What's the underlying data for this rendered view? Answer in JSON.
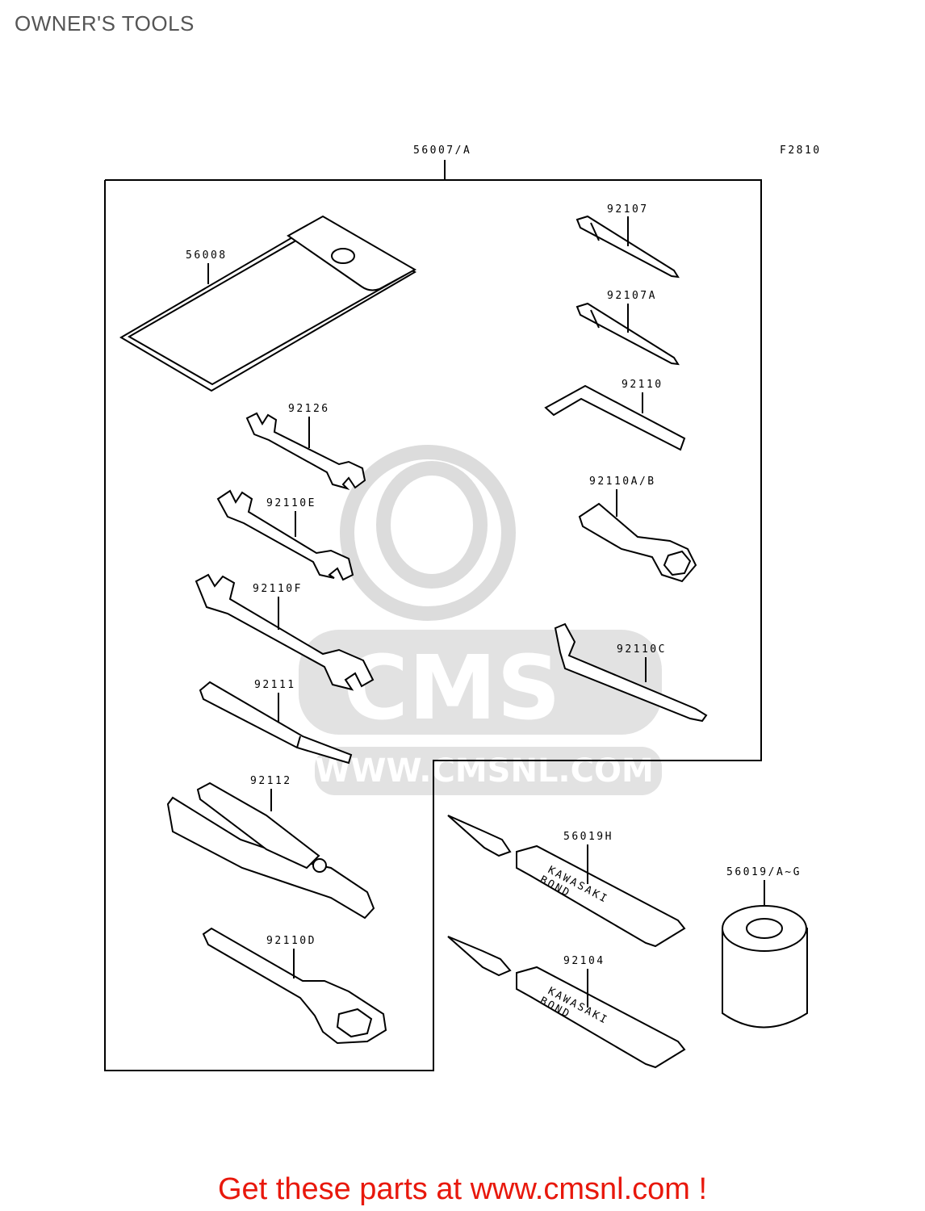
{
  "page_title": "OWNER'S TOOLS",
  "figure_code": "F2810",
  "assembly_label": "56007/A",
  "parts": [
    {
      "id": "p56008",
      "label": "56008"
    },
    {
      "id": "p92107",
      "label": "92107"
    },
    {
      "id": "p92107A",
      "label": "92107A"
    },
    {
      "id": "p92110",
      "label": "92110"
    },
    {
      "id": "p92126",
      "label": "92126"
    },
    {
      "id": "p92110AB",
      "label": "92110A/B"
    },
    {
      "id": "p92110E",
      "label": "92110E"
    },
    {
      "id": "p92110F",
      "label": "92110F"
    },
    {
      "id": "p92110C",
      "label": "92110C"
    },
    {
      "id": "p92111",
      "label": "92111"
    },
    {
      "id": "p92112",
      "label": "92112"
    },
    {
      "id": "p56019H",
      "label": "56019H"
    },
    {
      "id": "p56019AG",
      "label": "56019/A~G"
    },
    {
      "id": "p92104",
      "label": "92104"
    },
    {
      "id": "p92110D",
      "label": "92110D"
    }
  ],
  "tube_text": {
    "line1": "KAWASAKI",
    "line2": "BOND"
  },
  "watermark": {
    "logo": "CMS",
    "url": "WWW.CMSNL.COM"
  },
  "footer_text": "Get these parts at www.cmsnl.com !",
  "colors": {
    "footer": "#e8180c",
    "watermark": "#d9d9d9",
    "title": "#555555"
  }
}
